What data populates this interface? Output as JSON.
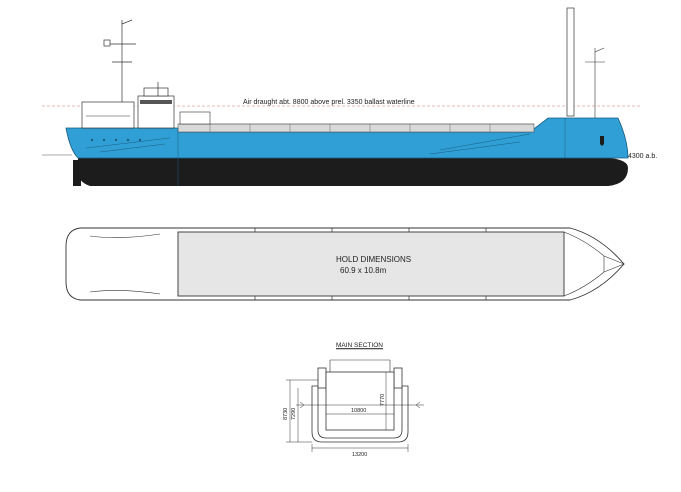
{
  "profile": {
    "air_draught_label": "Air draught abt. 8800 above prel. 3350 ballast waterline",
    "depth_label": "4300 a.b."
  },
  "plan": {
    "hold_title": "HOLD DIMENSIONS",
    "hold_size": "60.9 x 10.8m"
  },
  "section": {
    "title": "MAIN SECTION",
    "dim_height_total": "8730",
    "dim_height_side": "7290",
    "dim_hold_depth": "7770",
    "dim_hold_width": "10800",
    "dim_beam": "13200"
  },
  "colors": {
    "hull_blue": "#2f9fd6",
    "hull_black": "#1c1c1c",
    "hold_fill": "#e6e6e6",
    "line": "#333333"
  }
}
